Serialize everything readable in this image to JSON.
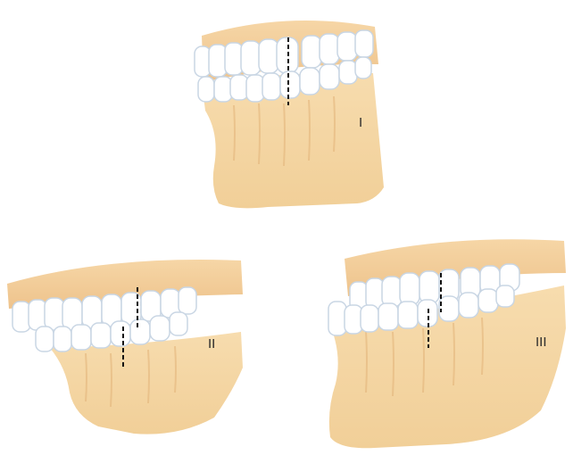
{
  "panels": [
    {
      "id": "class-1",
      "label": "I"
    },
    {
      "id": "class-2",
      "label": "II"
    },
    {
      "id": "class-3",
      "label": "III"
    }
  ],
  "colors": {
    "bone": "#f6d9a8",
    "bone_shade": "#e7bd86",
    "bone_light": "#fbe9cc",
    "gum": "#f3cc9a",
    "tooth": "#ffffff",
    "tooth_shade": "#c9d6e4",
    "line": "#111111",
    "label": "#2b2b2b"
  }
}
